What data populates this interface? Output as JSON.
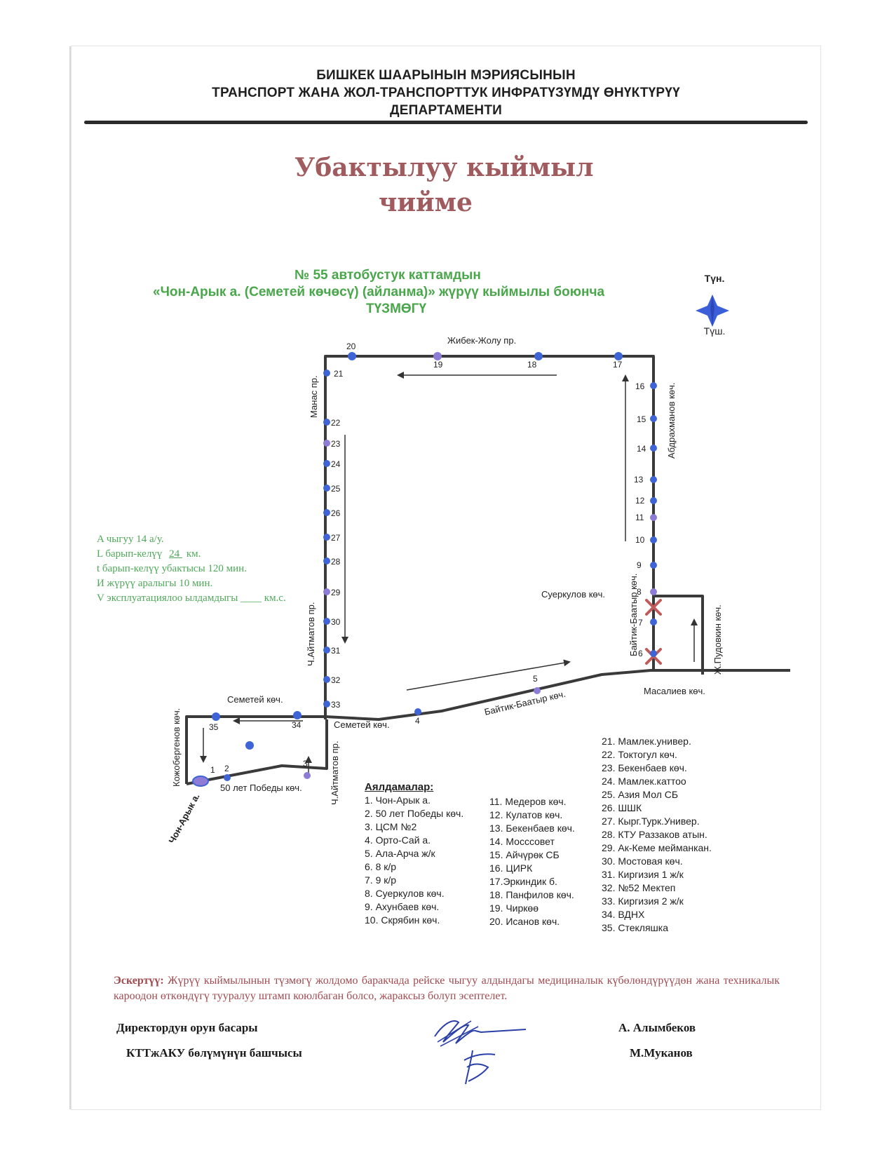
{
  "header": {
    "line1": "БИШКЕК ШААРЫНЫН  МЭРИЯСЫНЫН",
    "line2": "ТРАНСПОРТ ЖАНА ЖОЛ-ТРАНСПОРТТУК ИНФРАТҮЗҮМДҮ ӨНҮКТҮРҮҮ",
    "line3": "ДЕПАРТАМЕНТИ"
  },
  "title": {
    "line1": "Убактылуу кыймыл",
    "line2": "чийме"
  },
  "subtitle": {
    "line1": "№ 55  автобустук каттамдын",
    "line2": "«Чон-Арык а. (Семетей көчөсү) (айланма)»  жүрүү кыймылы боюнча",
    "line3": "ТҮЗМӨГҮ"
  },
  "compass": {
    "north": "Түн.",
    "south": "Түш."
  },
  "params": {
    "a": "A чыгуу 14 а/у.",
    "l_prefix": "L барып-келүү ",
    "l_value": "24 ",
    "l_unit": "км.",
    "t": "t барып-келүү убактысы 120 мин.",
    "i": "И жүрүү аралыгы  10  мин.",
    "v": "V эксплуатациялоо ылдамдыгы ____ км.с."
  },
  "streets": {
    "zhibek": "Жибек-Жолу пр.",
    "manas": "Манас пр.",
    "abdrakhmanov": "Абдрахманов көч.",
    "aitmatov_top": "Ч.Айтматов пр.",
    "aitmatov_bottom": "Ч.Айтматов пр.",
    "suerkulov": "Суеркулов  көч.",
    "baitik_vertical": "Байтик-Баатыр көч.",
    "pudovkin": "Ж.Пудовкин көч.",
    "masaliev": "Масалиев  көч.",
    "baitik_diag": "Байтик-Баатыр көч.",
    "semetey_top": "Семетей  көч.",
    "semetey_mid": "Семетей  көч.",
    "kozhobergenov": "Кожобергенов көч.",
    "pobedy": "50 лет Победы көч.",
    "chon_aryk": "Чон-Арык а."
  },
  "stops_map": {
    "s1": "1",
    "s2": "2",
    "s3": "3",
    "s4": "4",
    "s5": "5",
    "s6": "6",
    "s7": "7",
    "s8": "8",
    "s9": "9",
    "s10": "10",
    "s11": "11",
    "s12": "12",
    "s13": "13",
    "s14": "14",
    "s15": "15",
    "s16": "16",
    "s17": "17",
    "s18": "18",
    "s19": "19",
    "s20": "20",
    "s21": "21",
    "s22": "22",
    "s23": "23",
    "s24": "24",
    "s25": "25",
    "s26": "26",
    "s27": "27",
    "s28": "28",
    "s29": "29",
    "s30": "30",
    "s31": "31",
    "s32": "32",
    "s33": "33",
    "s34": "34",
    "s35": "35"
  },
  "legend": {
    "title": "Аялдамалар:",
    "col1": [
      "1. Чон-Арык а.",
      "2. 50 лет Победы көч.",
      "3. ЦСМ №2",
      "4. Орто-Сай а.",
      "5. Ала-Арча ж/к",
      "6. 8 к/р",
      "7. 9 к/р",
      "8. Суеркулов көч.",
      "9. Ахунбаев көч.",
      "10. Скрябин көч."
    ],
    "col2": [
      "11. Медеров көч.",
      "12. Кулатов көч.",
      "13. Бекенбаев көч.",
      "14. Мосссовет",
      "15. Айчүрөк СБ",
      "16. ЦИРК",
      "17.Эркиндик б.",
      "18. Панфилов көч.",
      "19. Чиркөө",
      "20. Исанов көч."
    ],
    "col3": [
      "21. Мамлек.универ.",
      "22. Токтогул көч.",
      "23. Бекенбаев көч.",
      "24. Мамлек.каттоо",
      "25. Азия Мол СБ",
      "26. ШШК",
      "27. Кырг.Турк.Универ.",
      "28. КТУ Раззаков атын.",
      "29. Ак-Кеме мейманкан.",
      "30. Мостовая көч.",
      "31. Киргизия 1 ж/к",
      "32. №52 Мектеп",
      "33. Киргизия 2 ж/к",
      "34. ВДНХ",
      "35. Стекляшка"
    ]
  },
  "note": {
    "label": "Эскертүү:",
    "text": " Жүрүү кыймылынын түзмөгү жолдомо баракчада рейске чыгуу алдындагы медициналык күбөлөндүрүүдөн жана техникалык кароодон өткөндүгү тууралуу штамп коюлбаган болсо, жараксыз болуп эсептелет."
  },
  "signatures": {
    "role1": "Директордун орун басары",
    "name1": "А. Алымбеков",
    "role2": "КТТжАКУ  бөлүмүнүн башчысы",
    "name2": "М.Муканов"
  },
  "colors": {
    "title": "#a05b5e",
    "green_text": "#49a64b",
    "route": "#3a3a3a",
    "stop_blue": "#3f64d6",
    "stop_violet": "#8e7bd6",
    "cross": "#c05a5a",
    "compass": "#3b5fd8",
    "note": "#a04a4f"
  }
}
